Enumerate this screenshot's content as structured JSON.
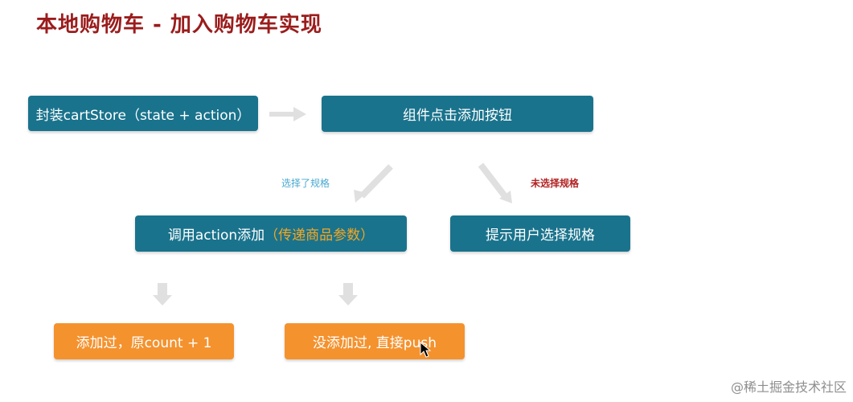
{
  "title": "本地购物车 - 加入购物车实现",
  "nodes": {
    "encapsulate": "封装cartStore（state + action）",
    "click_add": "组件点击添加按钮",
    "call_action": "调用action添加",
    "call_action_highlight": "（传递商品参数）",
    "prompt_user": "提示用户选择规格",
    "added_before": "添加过，原count + 1",
    "not_added": "没添加过, 直接push"
  },
  "edge_labels": {
    "selected_spec": "选择了规格",
    "not_selected_spec": "未选择规格"
  },
  "watermark": "@稀土掘金技术社区",
  "colors": {
    "title": "#9b1c1c",
    "teal_box": "#1a738c",
    "orange_box": "#f4922e",
    "highlight_text": "#f5a623",
    "label_blue": "#4aa8d0",
    "label_red": "#b22222",
    "arrow": "#e0e0e0"
  }
}
